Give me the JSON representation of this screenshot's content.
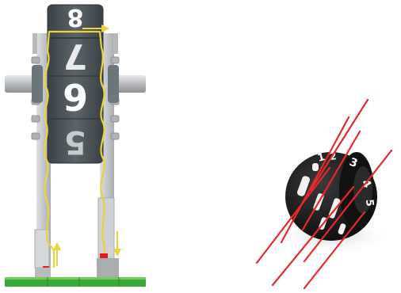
{
  "left_panel": {
    "drum_digits": [
      "8",
      "7",
      "6",
      "5"
    ],
    "path_color": "#ead43a",
    "arrow_color": "#ead43a",
    "base_color": "#3aa83a",
    "contact_color": "#e02020",
    "frame_color": "#c9ccce",
    "drum_color": "#4b5358"
  },
  "right_panel": {
    "wheel_digits": [
      "1",
      "2",
      "3",
      "4",
      "5"
    ],
    "line_color": "#e8282a",
    "wheel_color": "#1a1a1a"
  }
}
